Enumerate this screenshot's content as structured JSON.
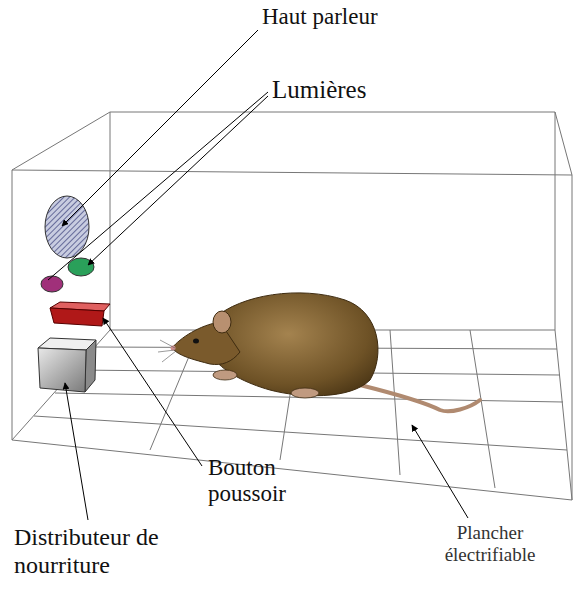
{
  "diagram": {
    "labels": [
      "Haut parleur",
      "Lumières",
      "Bouton poussoir",
      "Distributeur de nourriture",
      "Plancher électrifiable"
    ]
  }
}
